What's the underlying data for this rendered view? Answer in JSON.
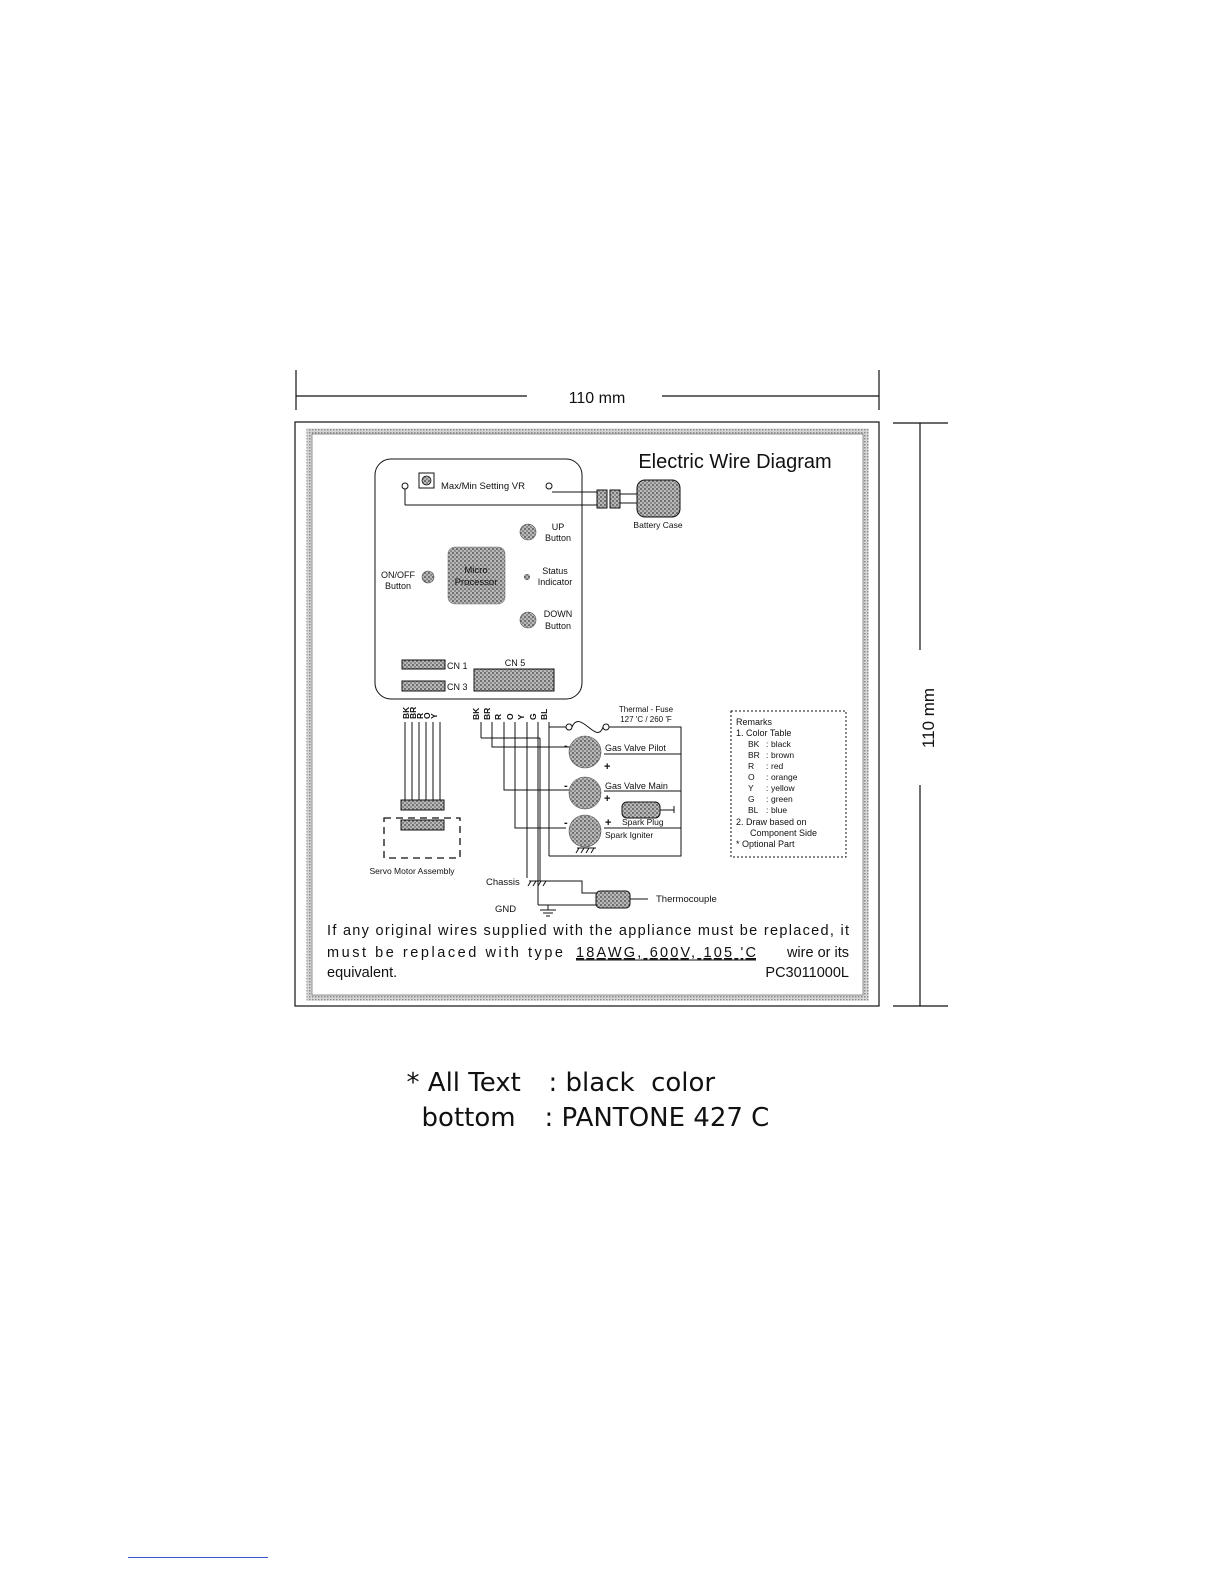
{
  "dimensions": {
    "width_label": "110 mm",
    "height_label": "110 mm"
  },
  "label_title": "Electric Wire Diagram",
  "components": {
    "vr": "Max/Min Setting VR",
    "battery": "Battery Case",
    "up_1": "UP",
    "up_2": "Button",
    "onoff_1": "ON/OFF",
    "onoff_2": "Button",
    "micro_1": "Micro",
    "micro_2": "Processor",
    "status_1": "Status",
    "status_2": "Indicator",
    "down_1": "DOWN",
    "down_2": "Button",
    "cn1": "CN 1",
    "cn3": "CN 3",
    "cn5": "CN 5",
    "fuse_1": "Thermal - Fuse",
    "fuse_2": "127 'C / 260 'F",
    "pilot": "Gas Valve Pilot",
    "main": "Gas Valve Main",
    "spark_plug": "Spark Plug",
    "spark_igniter": "Spark Igniter",
    "servo": "Servo Motor Assembly",
    "chassis": "Chassis",
    "gnd": "GND",
    "thermocouple": "Thermocouple",
    "minus": "-",
    "plus": "+"
  },
  "wire_codes_cn3": [
    "BK",
    "BR",
    "R",
    "O",
    "Y"
  ],
  "wire_codes_cn5": [
    "BK",
    "BR",
    "R",
    "O",
    "Y",
    "G",
    "BL"
  ],
  "remarks": {
    "title": "Remarks",
    "item1": "1. Color Table",
    "colors": [
      {
        "code": "BK",
        "name": "black"
      },
      {
        "code": "BR",
        "name": "brown"
      },
      {
        "code": "R",
        "name": "red"
      },
      {
        "code": "O",
        "name": "orange"
      },
      {
        "code": "Y",
        "name": "yellow"
      },
      {
        "code": "G",
        "name": "green"
      },
      {
        "code": "BL",
        "name": "blue"
      }
    ],
    "item2a": "2. Draw based on",
    "item2b": "Component Side",
    "item3": "* Optional Part"
  },
  "warning": {
    "line1": "If any original wires supplied with the appliance must be replaced, it",
    "line2_start": "must  be  replaced  with  type",
    "line2_spec": "18AWG,  600V,  105  'C",
    "line2_end": "wire  or  its",
    "line3": "equivalent.",
    "part_no": "PC3011000L"
  },
  "notes": {
    "line1_key": "* All Text",
    "line1_val": ": black  color",
    "line2_key": "bottom",
    "line2_val": ": PANTONE 427 C"
  },
  "colors": {
    "ink": "#111111",
    "hatch_fill": "#9a9a9a",
    "border_band": "#b5b5b5",
    "footnote_rule": "#3a57c8"
  }
}
